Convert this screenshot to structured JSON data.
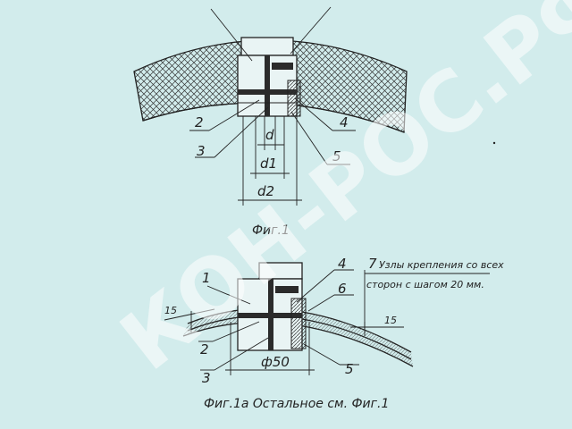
{
  "fig1": {
    "labels": {
      "l2": "2",
      "l3": "3",
      "l4": "4",
      "l5": "5"
    },
    "dims": {
      "d": "d",
      "d1": "d1",
      "d2": "d2"
    },
    "caption": "Фиг.1"
  },
  "fig1a": {
    "labels": {
      "l1": "1",
      "l2": "2",
      "l3": "3",
      "l4": "4",
      "l5": "5",
      "l6": "6",
      "l7": "7"
    },
    "note_line1": "Узлы крепления со всех",
    "note_line2": "сторон с шагом 20 мм.",
    "dim_left": "15",
    "dim_right": "15",
    "dim_diam": "ф50",
    "caption": "Фиг.1а Остальное см. Фиг.1"
  },
  "watermark": "КОН-РОС.РФ",
  "colors": {
    "background": "#d2ecec",
    "ink": "#222222",
    "watermark": "#ffffff"
  }
}
